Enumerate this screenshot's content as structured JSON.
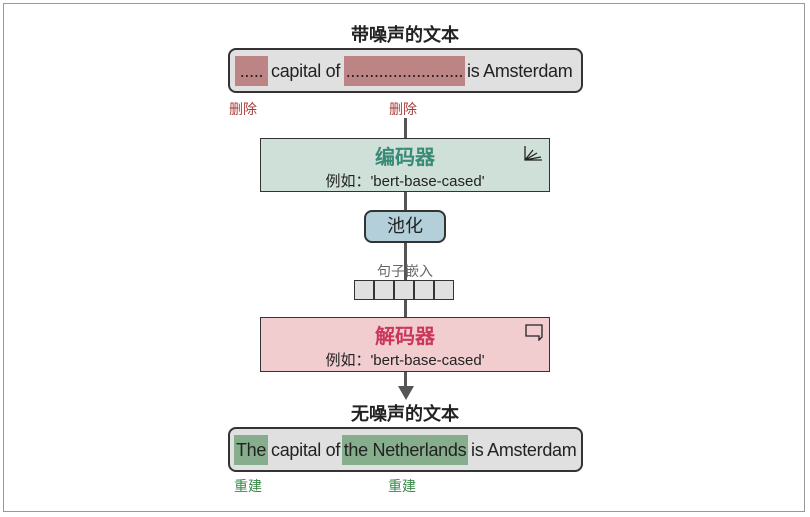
{
  "noisy": {
    "title": "带噪声的文本",
    "tokens": [
      ".....",
      "capital of",
      ".........................",
      "is Amsterdam"
    ],
    "labels": [
      "删除",
      "删除"
    ]
  },
  "encoder": {
    "title": "编码器",
    "subtitle": "例如：'bert-base-cased'"
  },
  "pooling": {
    "label": "池化"
  },
  "embedding": {
    "label": "句子嵌入",
    "cells": 5
  },
  "decoder": {
    "title": "解码器",
    "subtitle": "例如：'bert-base-cased'"
  },
  "clean": {
    "title": "无噪声的文本",
    "tokens": [
      "The",
      "capital of",
      "the Netherlands",
      "is Amsterdam"
    ],
    "labels": [
      "重建",
      "重建"
    ]
  },
  "colors": {
    "delete": "#a83a3a",
    "rebuild": "#3a8a4a",
    "encoder": "#3a8a78",
    "decoder": "#c9375a"
  }
}
